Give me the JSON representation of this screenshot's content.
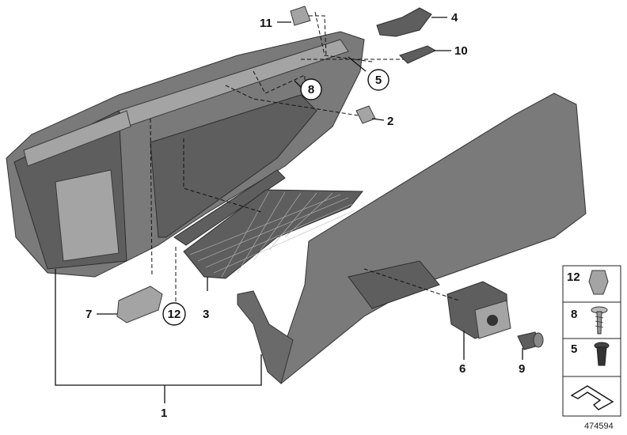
{
  "callouts": {
    "c1": "1",
    "c2": "2",
    "c3": "3",
    "c4": "4",
    "c5": "5",
    "c6": "6",
    "c7": "7",
    "c8": "8",
    "c9": "9",
    "c10": "10",
    "c11": "11",
    "c12": "12"
  },
  "circled": {
    "c5": "5",
    "c8": "8",
    "c12": "12"
  },
  "legend": {
    "l12": "12",
    "l8": "8",
    "l5": "5"
  },
  "reference_number": "474594"
}
